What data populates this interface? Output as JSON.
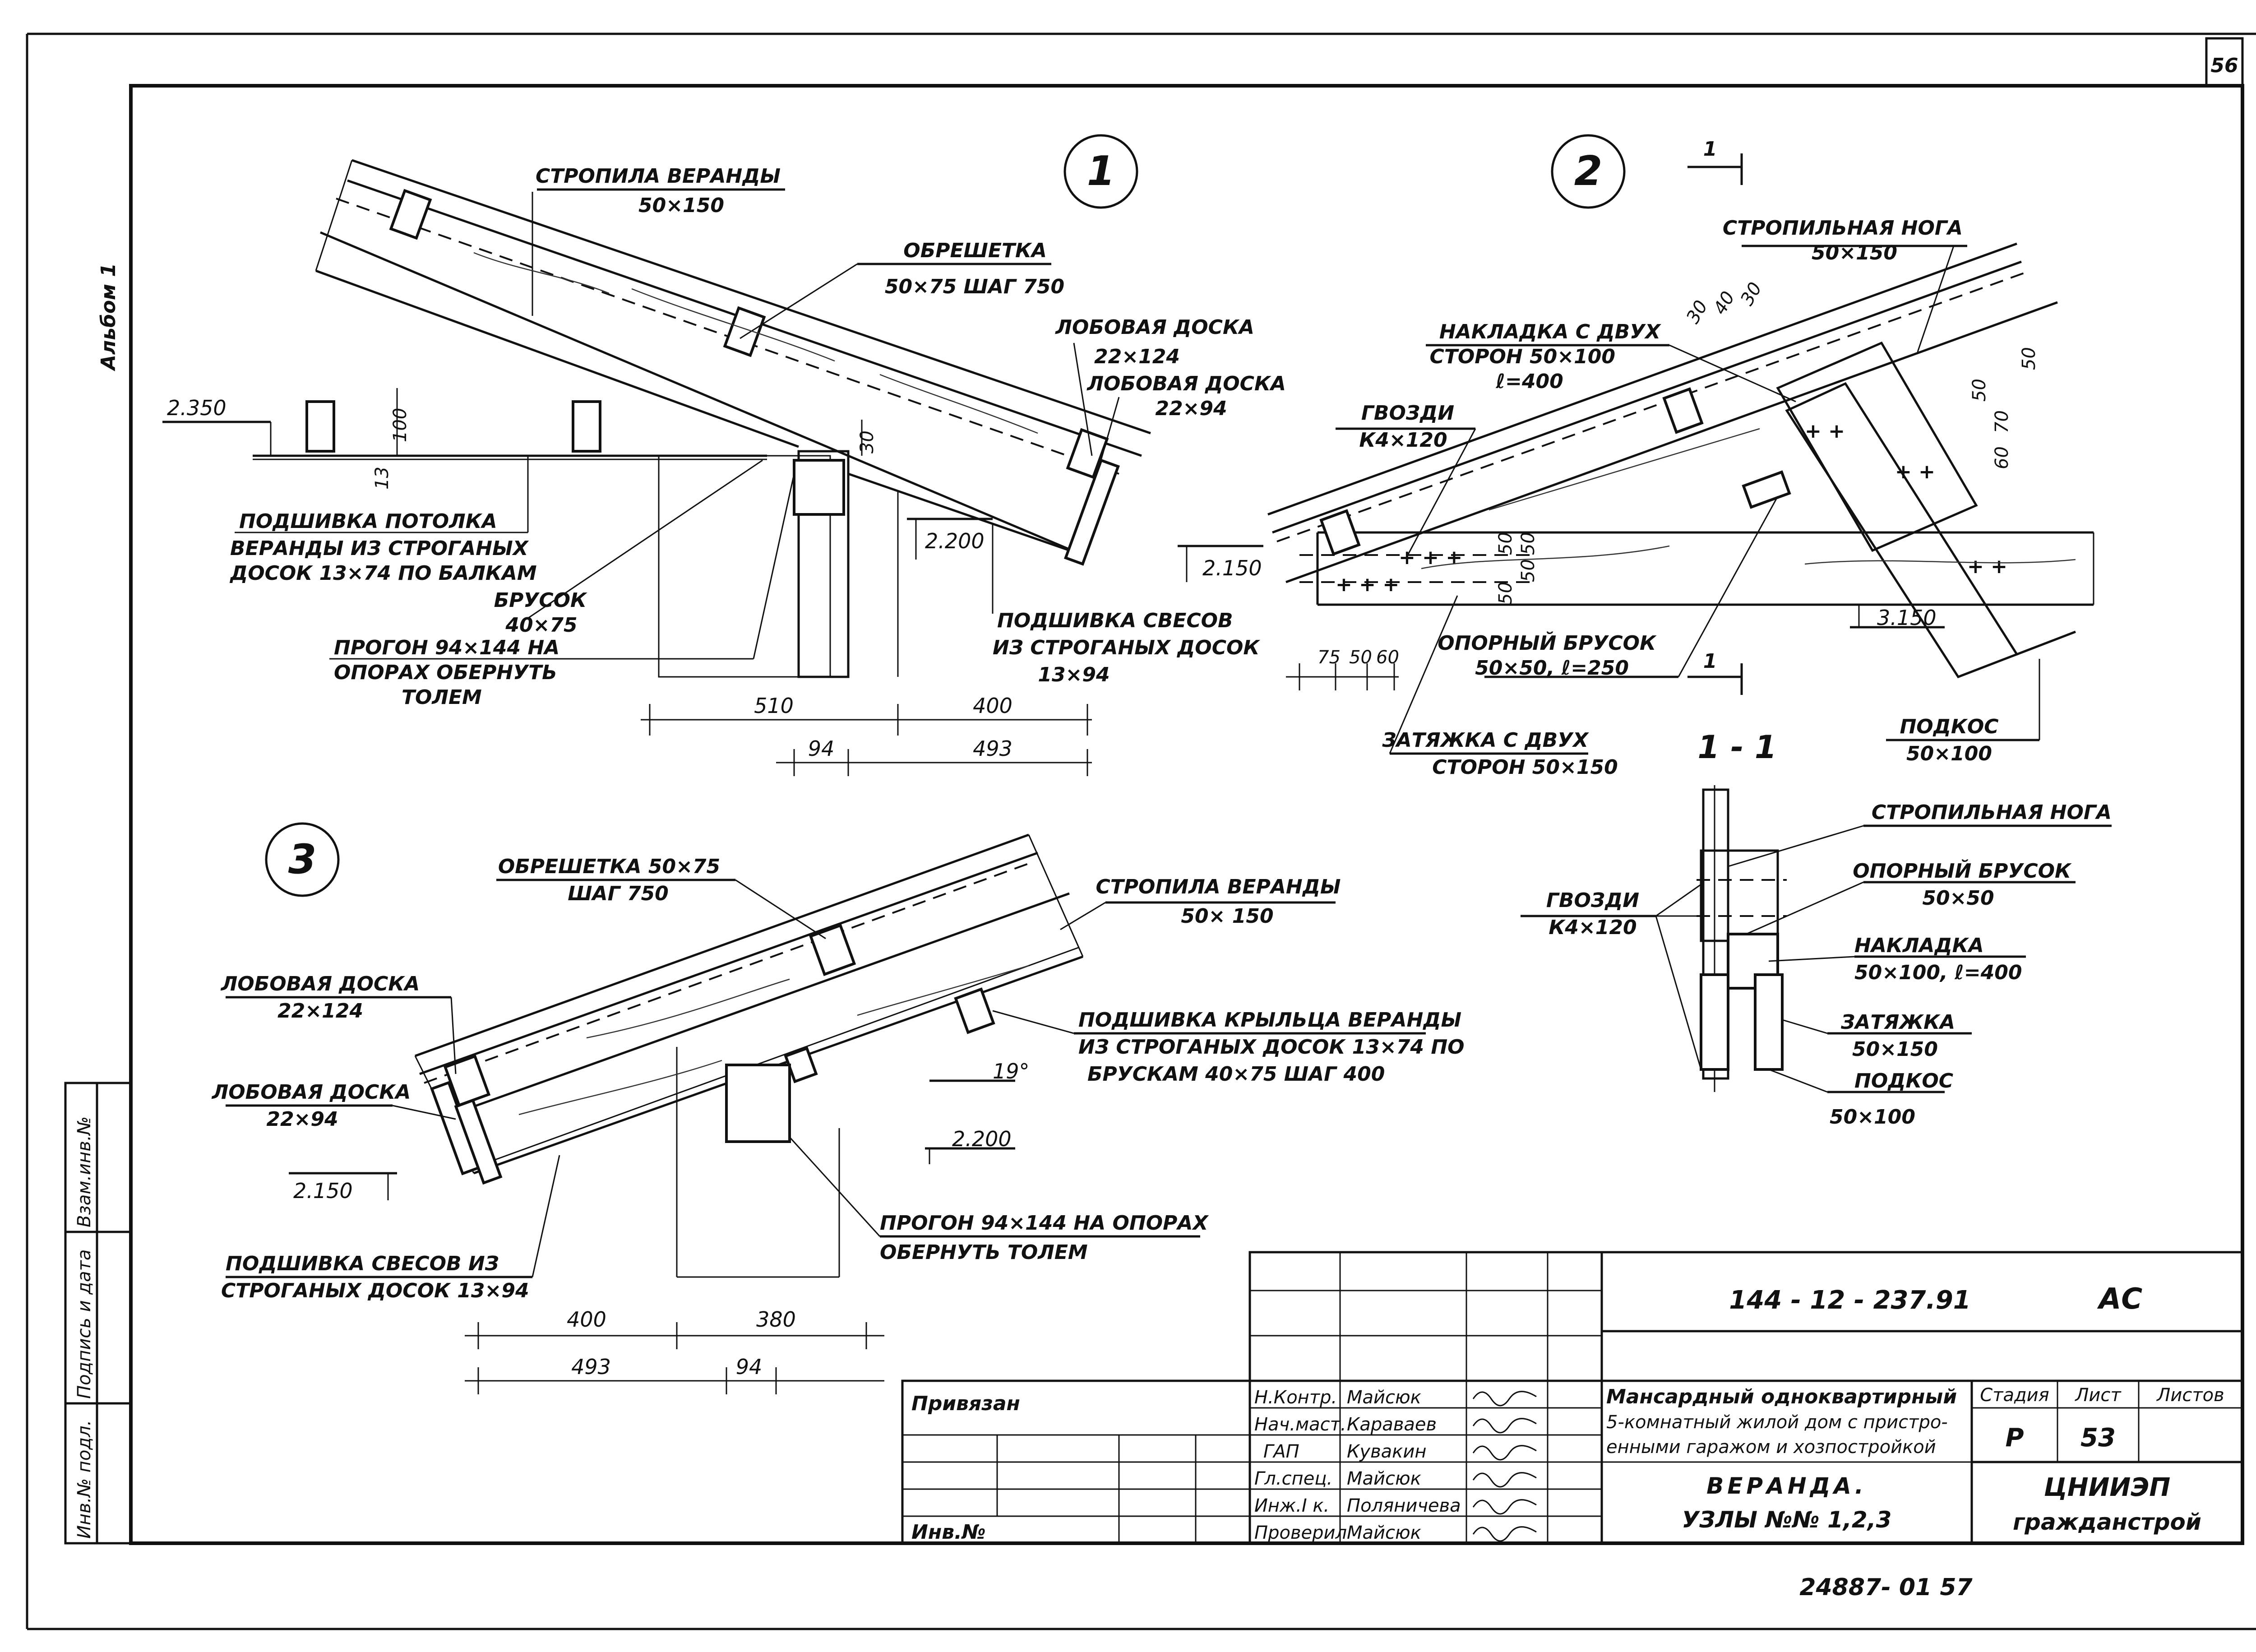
{
  "sheet": {
    "page_number": "56",
    "album": "Альбом 1",
    "stamp_number": "24887- 01 57"
  },
  "node1": {
    "circle": "1",
    "rafter_title": "СТРОПИЛА ВЕРАНДЫ",
    "rafter_size": "50×150",
    "lathing_title": "ОБРЕШЕТКА",
    "lathing_size": "50×75 ШАГ 750",
    "fascia1_title": "ЛОБОВАЯ ДОСКА",
    "fascia1_size": "22×124",
    "fascia2_title": "ЛОБОВАЯ ДОСКА",
    "fascia2_size": "22×94",
    "level_top": "2.350",
    "dim_100": "100",
    "dim_13": "13",
    "dim_30": "30",
    "ceiling_1": "ПОДШИВКА ПОТОЛКА",
    "ceiling_2": "ВЕРАНДЫ ИЗ СТРОГАНЫХ",
    "ceiling_3": "ДОСОК 13×74 ПО БАЛКАМ",
    "bar_title": "БРУСОК",
    "bar_size": "40×75",
    "purlin_1": "ПРОГОН 94×144 НА",
    "purlin_2": "ОПОРАХ ОБЕРНУТЬ",
    "purlin_3": "ТОЛЕМ",
    "level_2200": "2.200",
    "eaves_1": "ПОДШИВКА СВЕСОВ",
    "eaves_2": "ИЗ СТРОГАНЫХ ДОСОК",
    "eaves_3": "13×94",
    "dim_510": "510",
    "dim_400": "400",
    "dim_94": "94",
    "dim_493": "493"
  },
  "node2": {
    "circle": "2",
    "section_mark": "1",
    "rafter_leg": "СТРОПИЛЬНАЯ НОГА",
    "rafter_leg_size": "50×150",
    "dims_top": [
      "30",
      "40",
      "30"
    ],
    "overlay_1": "НАКЛАДКА С ДВУХ",
    "overlay_2": "СТОРОН 50×100",
    "overlay_3": "ℓ=400",
    "nails_title": "ГВОЗДИ",
    "nails_size": "К4×120",
    "level_2150": "2.150",
    "side_dims": [
      "50",
      "70",
      "60",
      "50"
    ],
    "tie_dims": [
      "50",
      "50",
      "50",
      "50"
    ],
    "support_bar_title": "ОПОРНЫЙ БРУСОК",
    "support_bar_size": "50×50, ℓ=250",
    "level_3150": "3.150",
    "bottom_dims": [
      "75",
      "50",
      "60"
    ],
    "tie_1": "ЗАТЯЖКА С ДВУХ",
    "tie_2": "СТОРОН 50×150",
    "strut_title": "ПОДКОС",
    "strut_size": "50×100"
  },
  "section11": {
    "title": "1 - 1",
    "rafter_leg": "СТРОПИЛЬНАЯ НОГА",
    "nails_title": "ГВОЗДИ",
    "nails_size": "К4×120",
    "support_title": "ОПОРНЫЙ БРУСОК",
    "support_size": "50×50",
    "overlay_title": "НАКЛАДКА",
    "overlay_size": "50×100, ℓ=400",
    "tie_title": "ЗАТЯЖКА",
    "tie_size": "50×150",
    "strut_title": "ПОДКОС",
    "strut_size": "50×100"
  },
  "node3": {
    "circle": "3",
    "lathing_1": "ОБРЕШЕТКА 50×75",
    "lathing_2": "ШАГ 750",
    "rafter_title": "СТРОПИЛА ВЕРАНДЫ",
    "rafter_size": "50× 150",
    "fascia1_title": "ЛОБОВАЯ ДОСКА",
    "fascia1_size": "22×124",
    "fascia2_title": "ЛОБОВАЯ ДОСКА",
    "fascia2_size": "22×94",
    "porch_1": "ПОДШИВКА КРЫЛЬЦА ВЕРАНДЫ",
    "porch_2": "ИЗ СТРОГАНЫХ ДОСОК 13×74 ПО",
    "porch_3": "БРУСКАМ 40×75 ШАГ 400",
    "angle": "19°",
    "level_2200": "2.200",
    "level_2150": "2.150",
    "eaves_1": "ПОДШИВКА СВЕСОВ ИЗ",
    "eaves_2": "СТРОГАНЫХ ДОСОК 13×94",
    "purlin_1": "ПРОГОН 94×144 НА ОПОРАХ",
    "purlin_2": "ОБЕРНУТЬ ТОЛЕМ",
    "dim_400": "400",
    "dim_380": "380",
    "dim_493": "493",
    "dim_94": "94"
  },
  "left_margin": {
    "cells": [
      "Инв.№ подл.",
      "Подпись и дата",
      "Взам.инв.№"
    ]
  },
  "title_block": {
    "doc_code": "144 - 12 - 237.91",
    "doc_mark": "АС",
    "bound_label": "Привязан",
    "inv_label": "Инв.№",
    "roles": [
      "Н.Контр.",
      "Нач.маст.",
      "ГАП",
      "Гл.спец.",
      "Инж.I к.",
      "Проверил"
    ],
    "names": [
      "Майсюк",
      "Караваев",
      "Кувакин",
      "Майсюк",
      "Поляничева",
      "Майсюк"
    ],
    "project_1": "Мансардный одноквартирный",
    "project_2": "5-комнатный жилой дом с пристро-",
    "project_3": "енными гаражом и хозпостройкой",
    "drawing_1": "ВЕРАНДА.",
    "drawing_2": "УЗЛЫ №№ 1,2,3",
    "stage_label": "Стадия",
    "sheet_label": "Лист",
    "sheets_label": "Листов",
    "stage_value": "Р",
    "sheet_value": "53",
    "org_1": "ЦНИИЭП",
    "org_2": "гражданстрой"
  }
}
